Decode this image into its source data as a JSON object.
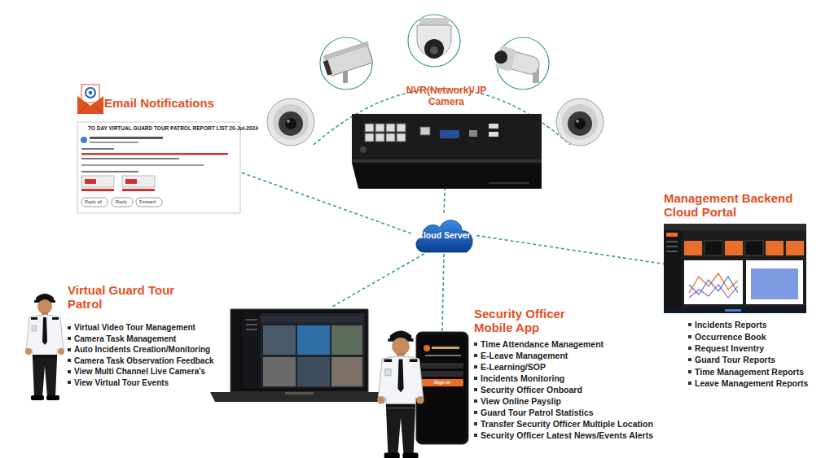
{
  "diagram": {
    "nodes": [
      {
        "text": [
          "NVR(Network)/ IP Camera"
        ]
      },
      {
        "text": [
          "Email Notifications"
        ]
      },
      {
        "text": [
          "Cloud Server"
        ]
      },
      {
        "text": [
          "Management Backend Cloud Portal",
          "Incidents Reports",
          "Occurrence Book",
          "Request Inventry",
          "Guard Tour Reports",
          "Time Management Reports",
          "Leave Management Reports"
        ]
      },
      {
        "text": [
          "Virtual Guard Tour Patrol",
          "Virtual Video Tour Management",
          "Camera Task Management",
          "Auto Incidents Creation/Monitoring",
          "Camera Task Observation Feedback",
          "View Multi Channel Live Camera's",
          "View Virtual Tour Events"
        ]
      },
      {
        "text": [
          "Security Officer Mobile App",
          "Time Attendance Management",
          "E-Leave Management",
          "E-Learning/SOP",
          "Incidents Monitoring",
          "Security Officer Onboard",
          "View Online Payslip",
          "Guard Tour Patrol Statistics",
          "Transfer Security Officer Multiple Location",
          "Security Officer Latest News/Events Alerts"
        ]
      }
    ],
    "edges": [
      {
        "from": 2,
        "to": 0,
        "arrow": "none"
      },
      {
        "from": 2,
        "to": 1,
        "arrow": "none"
      },
      {
        "from": 2,
        "to": 3,
        "arrow": "none"
      },
      {
        "from": 2,
        "to": 4,
        "arrow": "none"
      },
      {
        "from": 2,
        "to": 5,
        "arrow": "none"
      }
    ],
    "labels": [
      "TO DAY VIRTUAL GUARD TOUR PATROL REPORT LIST 20-Jul-2024",
      "Reply all",
      "Reply",
      "Forward",
      "Sign in"
    ]
  }
}
